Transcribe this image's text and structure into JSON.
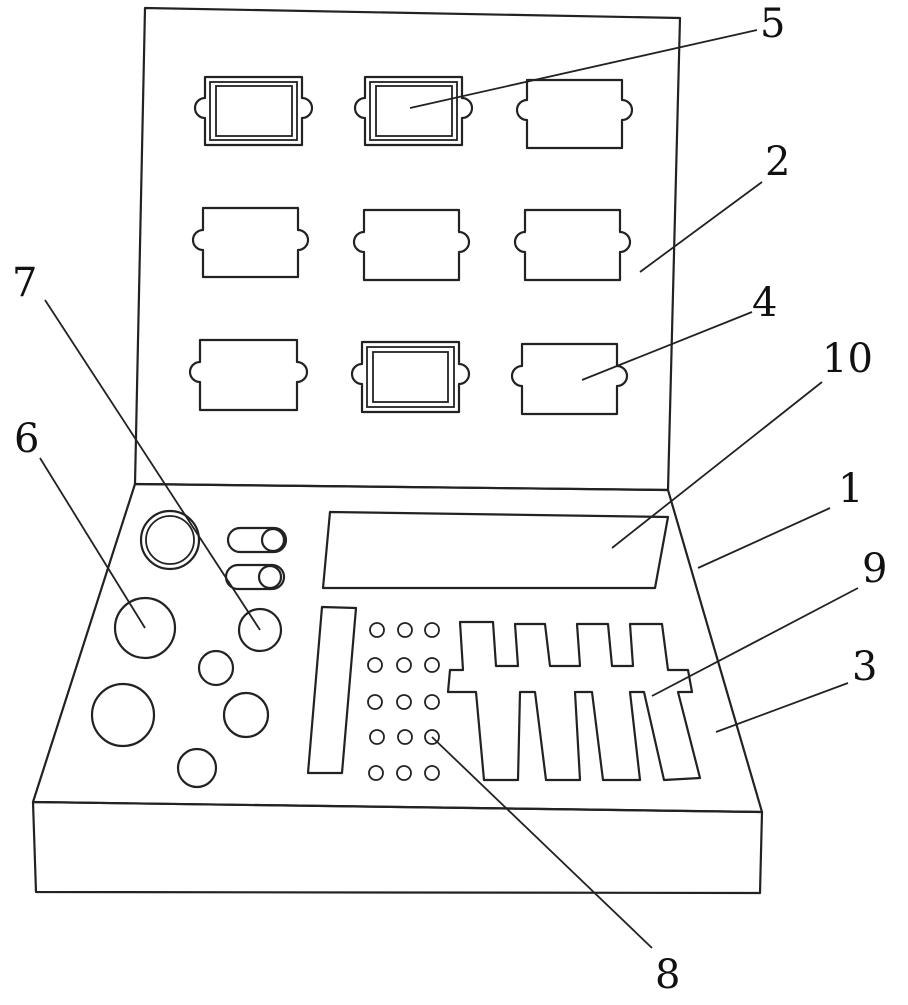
{
  "figure": {
    "labels": {
      "l1": "1",
      "l2": "2",
      "l3": "3",
      "l4": "4",
      "l5": "5",
      "l6": "6",
      "l7": "7",
      "l8": "8",
      "l9": "9",
      "l10": "10"
    },
    "lid_slots": {
      "rows": 3,
      "cols": 3,
      "filled": [
        "r1c1",
        "r1c2",
        "r3c2"
      ]
    },
    "peg_grid": {
      "rows": 5,
      "cols": 3
    },
    "colors": {
      "line": "#222222",
      "background": "#ffffff"
    }
  }
}
